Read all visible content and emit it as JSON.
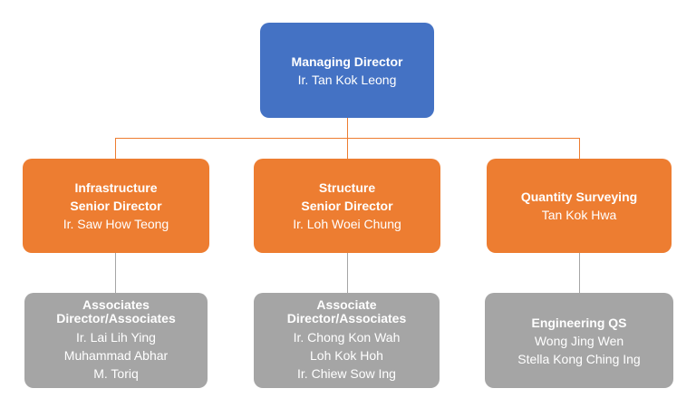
{
  "colors": {
    "managing": "#4472C4",
    "senior": "#ED7D31",
    "team": "#A5A5A5",
    "connector_top": "#ED7D31",
    "connector_bottom": "#A5A5A5"
  },
  "managing_director": {
    "title": "Managing Director",
    "name": "Ir. Tan Kok Leong"
  },
  "senior_directors": [
    {
      "title_lines": [
        "Infrastructure",
        "Senior Director"
      ],
      "name": "Ir. Saw How Teong"
    },
    {
      "title_lines": [
        "Structure",
        "Senior Director"
      ],
      "name": "Ir. Loh Woei Chung"
    },
    {
      "title_lines": [
        "Quantity Surveying"
      ],
      "name": "Tan Kok Hwa"
    }
  ],
  "teams": [
    {
      "title_lines": [
        "Associates",
        "Director/Associates"
      ],
      "members": [
        "Ir. Lai Lih Ying",
        "Muhammad Abhar",
        "M. Toriq"
      ]
    },
    {
      "title_lines": [
        "Associate",
        "Director/Associates"
      ],
      "members": [
        "Ir. Chong Kon Wah",
        "Loh Kok Hoh",
        "Ir. Chiew Sow Ing"
      ]
    },
    {
      "title_lines": [
        "Engineering QS"
      ],
      "members": [
        "Wong Jing Wen",
        "Stella Kong Ching Ing"
      ]
    }
  ]
}
